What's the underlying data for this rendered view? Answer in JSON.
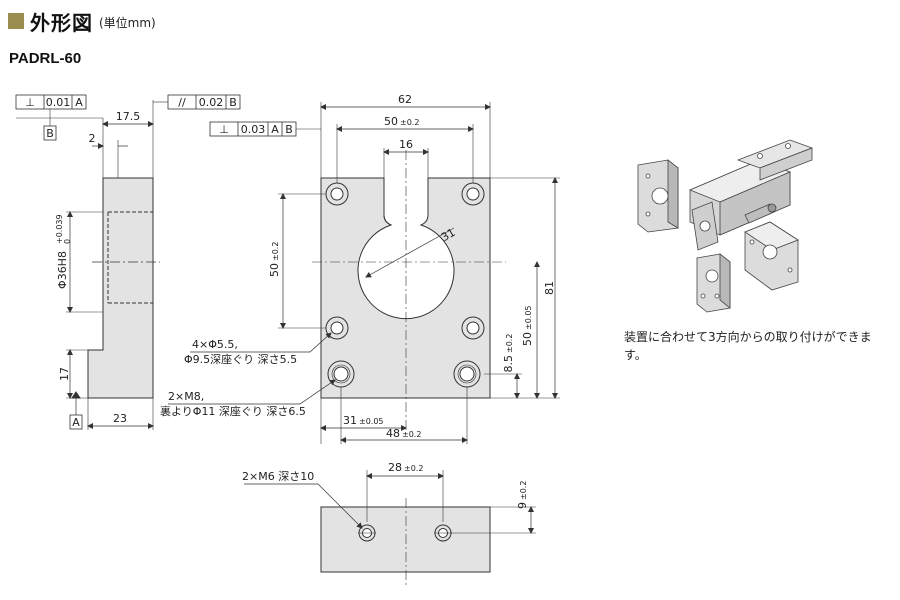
{
  "header": {
    "title": "外形図",
    "unit": "(単位mm)"
  },
  "model": "PADRL-60",
  "tolerance_frames": {
    "left_frame": {
      "symbol": "⊥",
      "value": "0.01",
      "datum": "A",
      "ref_datum": "B"
    },
    "parallel_frame": {
      "symbol": "//",
      "value": "0.02",
      "datum": "B"
    },
    "front_frame": {
      "symbol": "⊥",
      "value": "0.03",
      "datum1": "A",
      "datum2": "B"
    },
    "bottom_datum": "A"
  },
  "side_view": {
    "dim_top": "17.5",
    "dim_small": "2",
    "dim_bore_main": "Φ36H8",
    "dim_bore_tol_upper": "+0.039",
    "dim_bore_tol_lower": "0",
    "dim_height": "17",
    "dim_width": "23"
  },
  "front_view": {
    "dim_width": "62",
    "dim_pitch": "50",
    "dim_pitch_tol": "±0.2",
    "dim_slot": "16",
    "dim_radius": "31",
    "dim_vpitch": "50",
    "dim_vpitch_tol": "±0.2",
    "dim_height": "81",
    "dim_center": "50",
    "dim_center_tol": "±0.05",
    "dim_bottom": "8.5",
    "dim_bottom_tol": "±0.2",
    "dim_hcenter": "31",
    "dim_hcenter_tol": "±0.05",
    "dim_hpitch2": "48",
    "dim_hpitch2_tol": "±0.2",
    "callout1_line1": "4×Φ5.5,",
    "callout1_line2": "Φ9.5深座ぐり 深さ5.5",
    "callout2_line1": "2×M8,",
    "callout2_line2": "裏よりΦ11 深座ぐり 深さ6.5"
  },
  "bottom_view": {
    "callout": "2×M6 深さ10",
    "dim_pitch": "28",
    "dim_pitch_tol": "±0.2",
    "dim_offset": "9",
    "dim_offset_tol": "±0.2"
  },
  "note": "装置に合わせて3方向からの取り付けができます。",
  "colors": {
    "accent": "#9a8d4f",
    "part_fill": "#e3e3e3",
    "line": "#333333"
  }
}
